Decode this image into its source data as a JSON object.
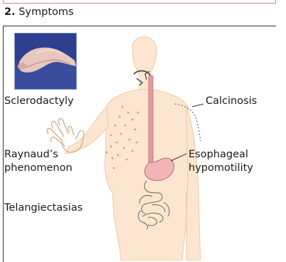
{
  "section": {
    "number": "2.",
    "title": "Symptoms"
  },
  "labels": {
    "sclerodactyly": "Sclerodactyly",
    "calcinosis": "Calcinosis",
    "raynaud_line1": "Raynaud’s",
    "raynaud_line2": "phenomenon",
    "esophageal_line1": "Esophageal",
    "esophageal_line2": "hypomotility",
    "telangiectasias": "Telangiectasias"
  },
  "colors": {
    "skin": "#fde6cf",
    "skin_edge": "#e8c3a0",
    "dots": "#e88f8f",
    "esophagus": "#e59aa0",
    "stomach": "#f2b6b8",
    "photo_bg": "#2f3f90",
    "rule": "#333333"
  }
}
